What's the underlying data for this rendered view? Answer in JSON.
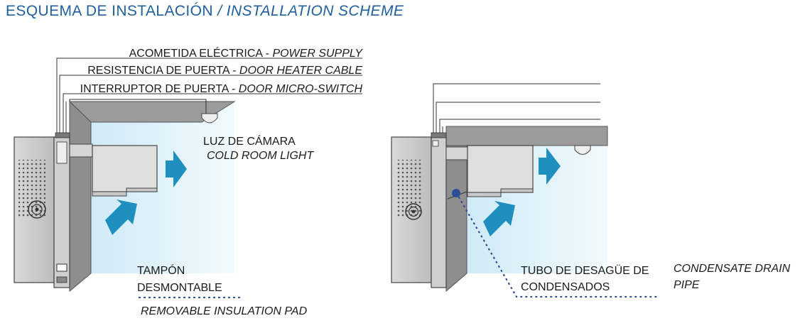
{
  "title": {
    "es": "ESQUEMA DE INSTALACIÓN",
    "separator": "/",
    "en": "INSTALLATION SCHEME"
  },
  "colors": {
    "title": "#1f5f9e",
    "arrow": "#1e8fbe",
    "cold_zone": "#d6eff8",
    "wall": "#9b9b9b",
    "drain_pipe": "#2c4e97"
  },
  "left_scheme": {
    "power_supply": {
      "es": "ACOMETIDA ELÉCTRICA",
      "sep": " - ",
      "en": "POWER SUPPLY"
    },
    "door_heater": {
      "es": "RESISTENCIA DE PUERTA",
      "sep": " - ",
      "en": "DOOR HEATER CABLE"
    },
    "door_switch": {
      "es": "INTERRUPTOR DE PUERTA",
      "sep": " - ",
      "en": "DOOR MICRO-SWITCH"
    },
    "room_light": {
      "es": "LUZ DE CÁMARA",
      "en": "COLD ROOM LIGHT"
    },
    "insulation_pad": {
      "es_line1": "TAMPÓN",
      "es_line2": "DESMONTABLE",
      "en": "REMOVABLE INSULATION PAD"
    }
  },
  "right_scheme": {
    "drain_es_line1": "TUBO DE DESAGÜE DE",
    "drain_es_line2": "CONDENSADOS",
    "drain_en_line1": "CONDENSATE DRAIN",
    "drain_en_line2": "PIPE"
  },
  "icons": [
    "airflow-arrow-icon",
    "ceiling-light-icon",
    "drain-point-icon",
    "ventilation-grille-icon",
    "fan-icon"
  ]
}
